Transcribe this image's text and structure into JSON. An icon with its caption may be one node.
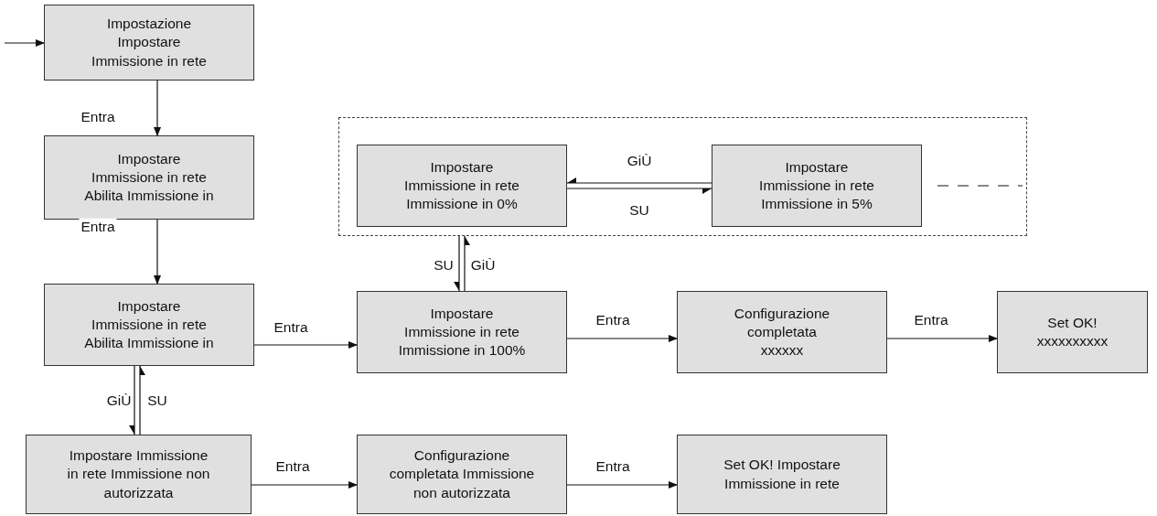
{
  "diagram": {
    "nodes": [
      {
        "text": [
          "Impostazione Impostare Immissione in rete"
        ]
      },
      {
        "text": [
          "Impostare Immissione in rete Abilita Immissione in"
        ]
      },
      {
        "text": [
          "Impostare Immissione in rete Abilita Immissione in"
        ]
      },
      {
        "text": [
          "Impostare Immissione in rete Immissione non autorizzata"
        ]
      },
      {
        "text": [],
        "shape": "box"
      },
      {
        "text": [
          "Impostare Immissione in rete Immissione in 0%"
        ],
        "in": 4
      },
      {
        "text": [
          "Impostare Immissione in rete Immissione in 5%"
        ],
        "in": 4
      },
      {
        "text": [
          "Impostare Immissione in rete Immissione in 100%"
        ]
      },
      {
        "text": [
          "Configurazione completata xxxxxx"
        ]
      },
      {
        "text": [
          "Set OK! xxxxxxxxxx"
        ]
      },
      {
        "text": [
          "Configurazione completata Immissione non autorizzata"
        ]
      },
      {
        "text": [
          "Set OK! Impostare Immissione in rete"
        ]
      }
    ],
    "edges": [
      {
        "from": null,
        "to": 0,
        "arrow": "to"
      },
      {
        "from": 0,
        "to": 1,
        "arrow": "to",
        "label": "Entra"
      },
      {
        "from": 1,
        "to": 2,
        "arrow": "to",
        "label": "Entra"
      },
      {
        "from": 2,
        "to": 7,
        "arrow": "to",
        "label": "Entra"
      },
      {
        "from": 7,
        "to": 8,
        "arrow": "to",
        "label": "Entra"
      },
      {
        "from": 8,
        "to": 9,
        "arrow": "to",
        "label": "Entra"
      },
      {
        "from": 3,
        "to": 10,
        "arrow": "to",
        "label": "Entra"
      },
      {
        "from": 10,
        "to": 11,
        "arrow": "to",
        "label": "Entra"
      },
      {
        "from": 2,
        "to": 3,
        "arrow": "to",
        "label": "GiÙ"
      },
      {
        "from": 3,
        "to": 2,
        "arrow": "to",
        "label": "SU"
      },
      {
        "from": 7,
        "to": 4,
        "arrow": "to",
        "label": "SU"
      },
      {
        "from": 4,
        "to": 7,
        "arrow": "to",
        "label": "GiÙ"
      },
      {
        "from": 5,
        "to": 6,
        "arrow": "to",
        "label": "GiÙ"
      },
      {
        "from": 6,
        "to": 5,
        "arrow": "to",
        "label": "SU"
      }
    ]
  }
}
